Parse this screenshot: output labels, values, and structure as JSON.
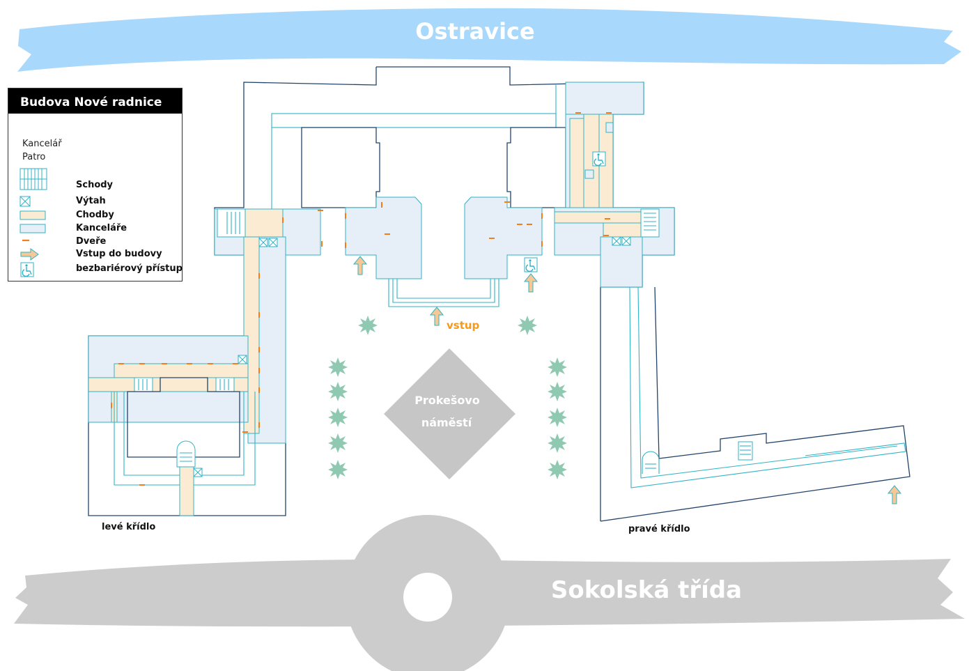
{
  "river": {
    "name": "Ostravice",
    "color": "#a8d8fb"
  },
  "street": {
    "name": "Sokolská třída",
    "color": "#cccccc"
  },
  "square": {
    "name_line1": "Prokešovo",
    "name_line2": "náměstí",
    "color": "#c6c6c6"
  },
  "entrance_label": "vstup",
  "wings": {
    "left": "levé křídlo",
    "right": "pravé křídlo"
  },
  "legend": {
    "title": "Budova Nové radnice",
    "subtitle_line1": "Kancelář",
    "subtitle_line2": "Patro",
    "items": [
      {
        "label": "Schody",
        "icon": "stairs-icon"
      },
      {
        "label": "Výtah",
        "icon": "elevator-icon"
      },
      {
        "label": "Chodby",
        "icon": "corridor-swatch"
      },
      {
        "label": "Kanceláře",
        "icon": "office-swatch"
      },
      {
        "label": "Dveře",
        "icon": "door-icon"
      },
      {
        "label": "Vstup do budovy",
        "icon": "entrance-arrow-icon"
      },
      {
        "label": "bezbariérový přístup",
        "icon": "wheelchair-icon"
      }
    ]
  },
  "colors": {
    "corridor": "#fcebd3",
    "office": "#e6eef8",
    "door": "#f07e1d",
    "wall": "#22436a",
    "inner_line": "#2fb3c6",
    "tree": "#8fc9b2",
    "entrance_arrow": "#f5c896"
  }
}
